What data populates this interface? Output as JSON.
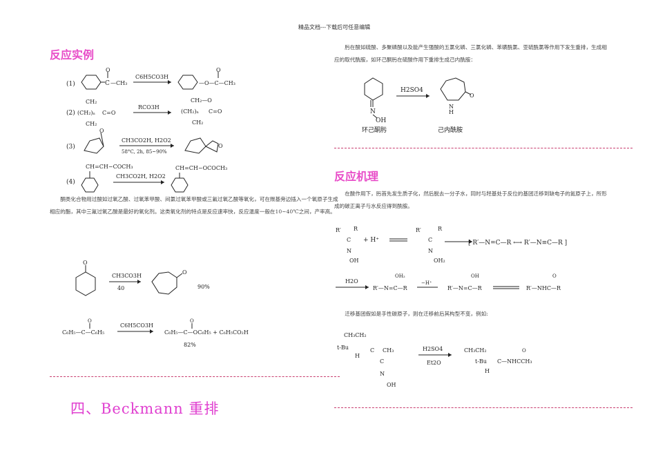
{
  "header": {
    "text": "精品文档---下载后可任意编辑"
  },
  "left": {
    "section_title": "反应实例",
    "examples": [
      {
        "num": "(1)",
        "reagent": "C6H5CO3H"
      },
      {
        "num": "(2)",
        "reagent": "RCO3H"
      },
      {
        "num": "(3)",
        "reagent": "CH3CO2H, H2O2",
        "conditions": "58°C, 2h,  85~90%"
      },
      {
        "num": "(4)",
        "reagent": "CH3CO2H, H2O2"
      }
    ],
    "paragraph": "酮类化合物用过酸如过氧乙酸、过氧苯甲酸、间氯过氧苯甲酸或三氟过氧乙酸等氧化，可在羰基旁边插入一个氧原子生成相应的酯，其中三氟过氧乙酸是最好的氧化剂。这类氧化剂的特点是反应速率快，反应温度一般在10~40℃之间，产率高。",
    "rxn5": {
      "reagent": "CH3CO3H",
      "temp": "40",
      "yield": "90%"
    },
    "rxn6": {
      "reagent": "C6H5CO3H",
      "yield": "82%"
    },
    "beckmann_title": "四、Beckmann   重排"
  },
  "right": {
    "paragraph1": "肟在酸如硫酸、多聚磷酸以及能产生强酸的五氯化磷、三氯化磷、苯磺酰氯、亚硫酰氯等作用下发生重排，生成相应的取代酰胺，如环己酮肟在硫酸作用下重排生成己内酰胺：",
    "oxime": {
      "reagent": "H2SO4",
      "left_label": "环己酮肟",
      "right_label": "己内酰胺"
    },
    "section_title": "反应机理",
    "paragraph2": "在酸作用下，肟首先发生质子化，然后脱去一分子水，同时与羟基处于反位的基团迁移到缺电子的氮原子上，所形成的碳正离子与水反应得到酰胺。",
    "mechanism": {
      "water": "H2O"
    },
    "paragraph3": "迁移基团假如是手性碳原子，则在迁移前后其构型不变，例如:",
    "chiral": {
      "reagent_top": "H2SO4",
      "reagent_bottom": "Et2O"
    }
  }
}
